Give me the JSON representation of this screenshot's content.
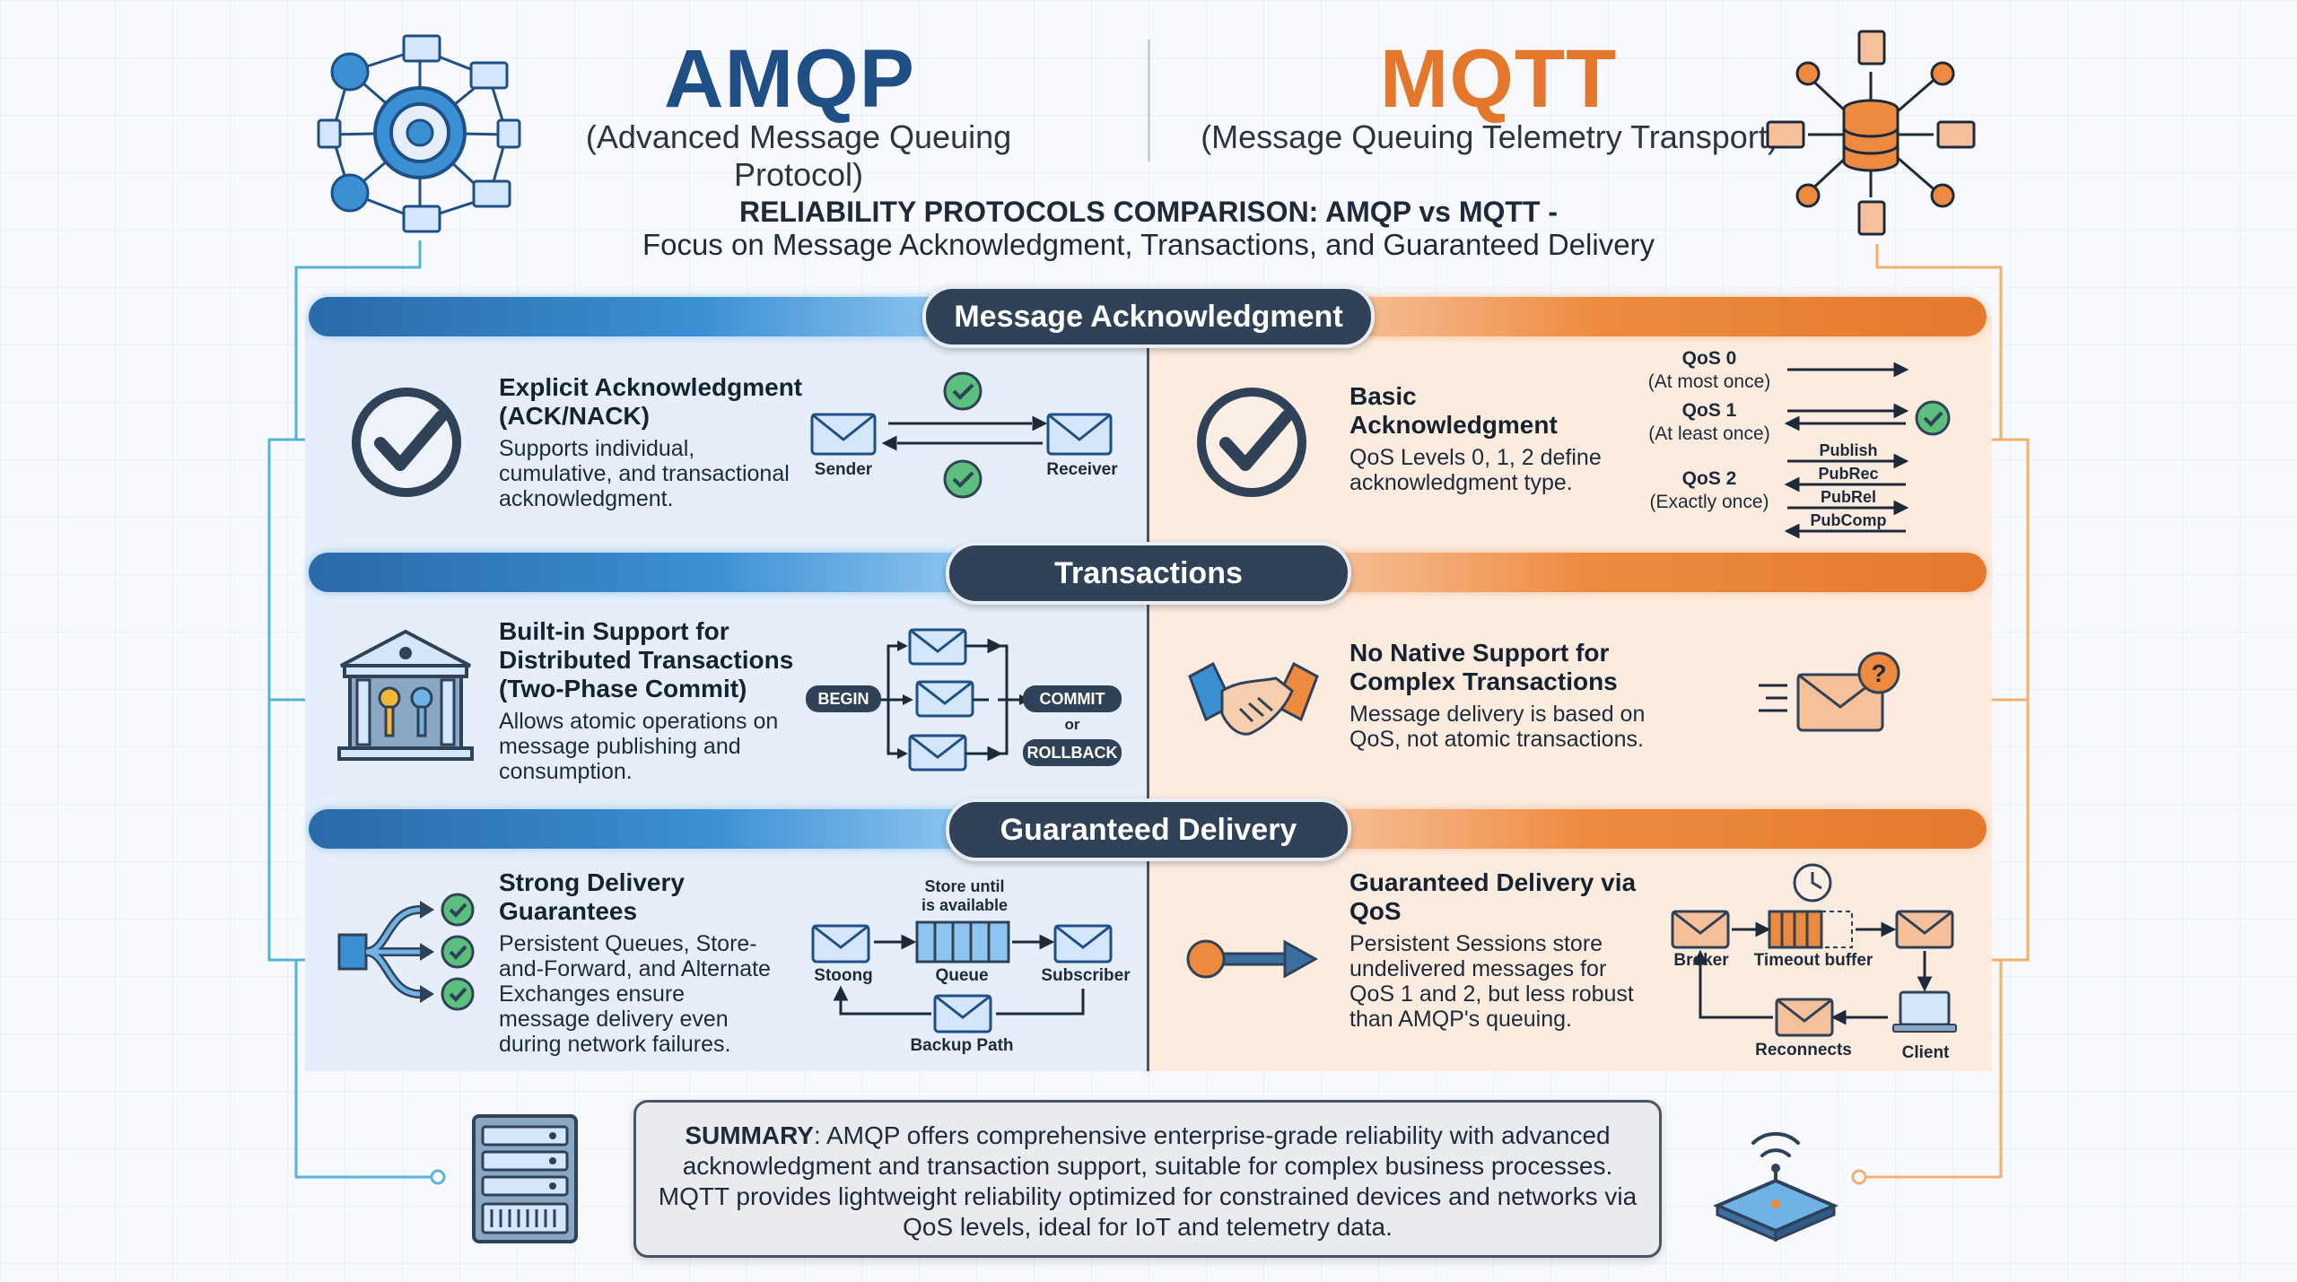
{
  "header": {
    "amqp_title": "AMQP",
    "amqp_subtitle": "(Advanced Message Queuing Protocol)",
    "mqtt_title": "MQTT",
    "mqtt_subtitle": "(Message Queuing Telemetry Transport)",
    "main_title": "RELIABILITY PROTOCOLS COMPARISON: AMQP vs MQTT -",
    "main_subtitle": "Focus on Message Acknowledgment, Transactions, and Guaranteed Delivery"
  },
  "colors": {
    "amqp_blue": "#1f4f85",
    "mqtt_orange": "#e3782c",
    "navy": "#2f4257",
    "check_green": "#4caf6e"
  },
  "sections": {
    "ack": {
      "label": "Message Acknowledgment",
      "amqp": {
        "title": "Explicit Acknowledgment (ACK/NACK)",
        "title_line1": "Explicit Acknowledgment",
        "title_line2": "(ACK/NACK)",
        "body1": "Supports individual,",
        "body2": "cumulative, and transactional",
        "body3": "acknowledgment.",
        "sender": "Sender",
        "receiver": "Receiver"
      },
      "mqtt": {
        "title_line1": "Basic",
        "title_line2": "Acknowledgment",
        "body1": "QoS Levels 0, 1, 2 define",
        "body2": "acknowledgment type.",
        "qos0": "QoS 0",
        "qos0_desc": "(At most once)",
        "qos1": "QoS 1",
        "qos1_desc": "(At least once)",
        "qos2": "QoS 2",
        "qos2_desc": "(Exactly once)",
        "publish": "Publish",
        "pubrec": "PubRec",
        "pubrel": "PubRel",
        "pubcomp": "PubComp"
      }
    },
    "tx": {
      "label": "Transactions",
      "amqp": {
        "title_line1": "Built-in Support for",
        "title_line2": "Distributed Transactions",
        "title_line3": "(Two-Phase Commit)",
        "body1": "Allows atomic operations on",
        "body2": "message publishing and",
        "body3": "consumption.",
        "begin": "BEGIN",
        "commit": "COMMIT",
        "or": "or",
        "rollback": "ROLLBACK"
      },
      "mqtt": {
        "title_line1": "No Native Support for",
        "title_line2": "Complex Transactions",
        "body1": "Message delivery is based on",
        "body2": "QoS, not atomic transactions."
      }
    },
    "delivery": {
      "label": "Guaranteed Delivery",
      "amqp": {
        "title_line1": "Strong Delivery",
        "title_line2": "Guarantees",
        "body1": "Persistent Queues, Store-",
        "body2": "and-Forward, and Alternate",
        "body3": "Exchanges ensure",
        "body4": "message delivery even",
        "body5": "during network failures.",
        "store_until1": "Store until",
        "store_until2": "is available",
        "stoong": "Stoong",
        "queue": "Queue",
        "subscriber": "Subscriber",
        "backup": "Backup Path"
      },
      "mqtt": {
        "title_line1": "Guaranteed Delivery via",
        "title_line2": "QoS",
        "body1": "Persistent Sessions store",
        "body2": "undelivered messages for",
        "body3": "QoS 1 and 2, but less robust",
        "body4": "than AMQP's queuing.",
        "broker": "Broker",
        "timeout": "Timeout buffer",
        "reconnects": "Reconnects",
        "client": "Client"
      }
    }
  },
  "summary": {
    "label": "SUMMARY",
    "text": ": AMQP offers comprehensive enterprise-grade reliability with advanced acknowledgment and transaction support, suitable for complex business processes. MQTT provides lightweight reliability optimized for constrained devices and networks via QoS levels, ideal for IoT and telemetry data."
  }
}
